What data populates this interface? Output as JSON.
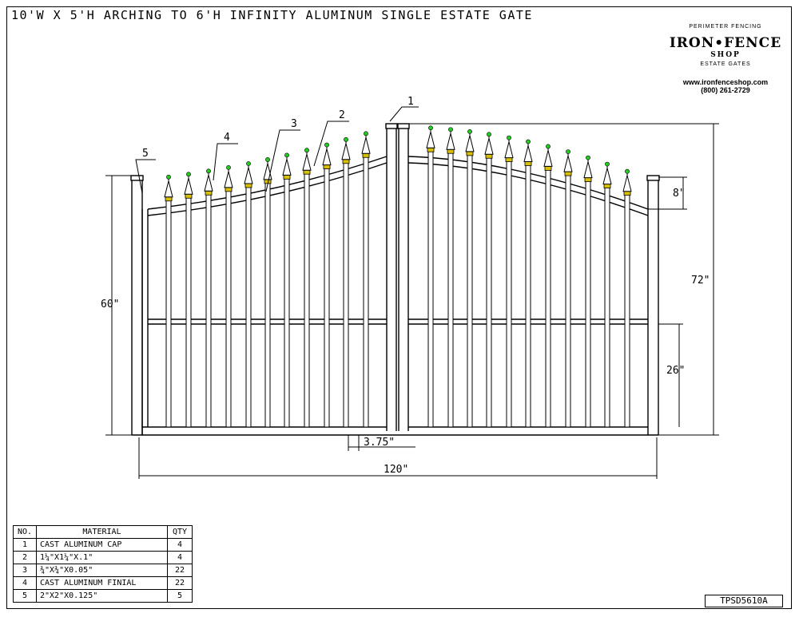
{
  "title": "10'W X 5'H ARCHING TO 6'H INFINITY ALUMINUM SINGLE ESTATE GATE",
  "logo": {
    "name": "IRON•FENCE",
    "shop": "SHOP",
    "arc_top": "PERIMETER FENCING",
    "arc_bottom": "ESTATE GATES",
    "website": "www.ironfenceshop.com",
    "phone": "(800) 261-2729"
  },
  "dimensions": {
    "height_post": "60\"",
    "height_total": "72\"",
    "arch": "8\"",
    "lower_rail": "26\"",
    "spacing": "3.75\"",
    "width": "120\""
  },
  "callouts": [
    "1",
    "2",
    "3",
    "4",
    "5"
  ],
  "bom": {
    "headers": [
      "NO.",
      "MATERIAL",
      "QTY"
    ],
    "rows": [
      {
        "no": "1",
        "material": "CAST ALUMINUM CAP",
        "qty": "4"
      },
      {
        "no": "2",
        "material": "1¼\"X1¼\"X.1\"",
        "qty": "4"
      },
      {
        "no": "3",
        "material": "¾\"X¾\"X0.05\"",
        "qty": "22"
      },
      {
        "no": "4",
        "material": "CAST ALUMINUM FINIAL",
        "qty": "22"
      },
      {
        "no": "5",
        "material": "2\"X2\"X0.125\"",
        "qty": "5"
      }
    ]
  },
  "drawing_number": "TPSD5610A",
  "colors": {
    "line": "#000000",
    "finial_tip": "#22cc22",
    "collar": "#d8c000",
    "paper": "#ffffff"
  }
}
